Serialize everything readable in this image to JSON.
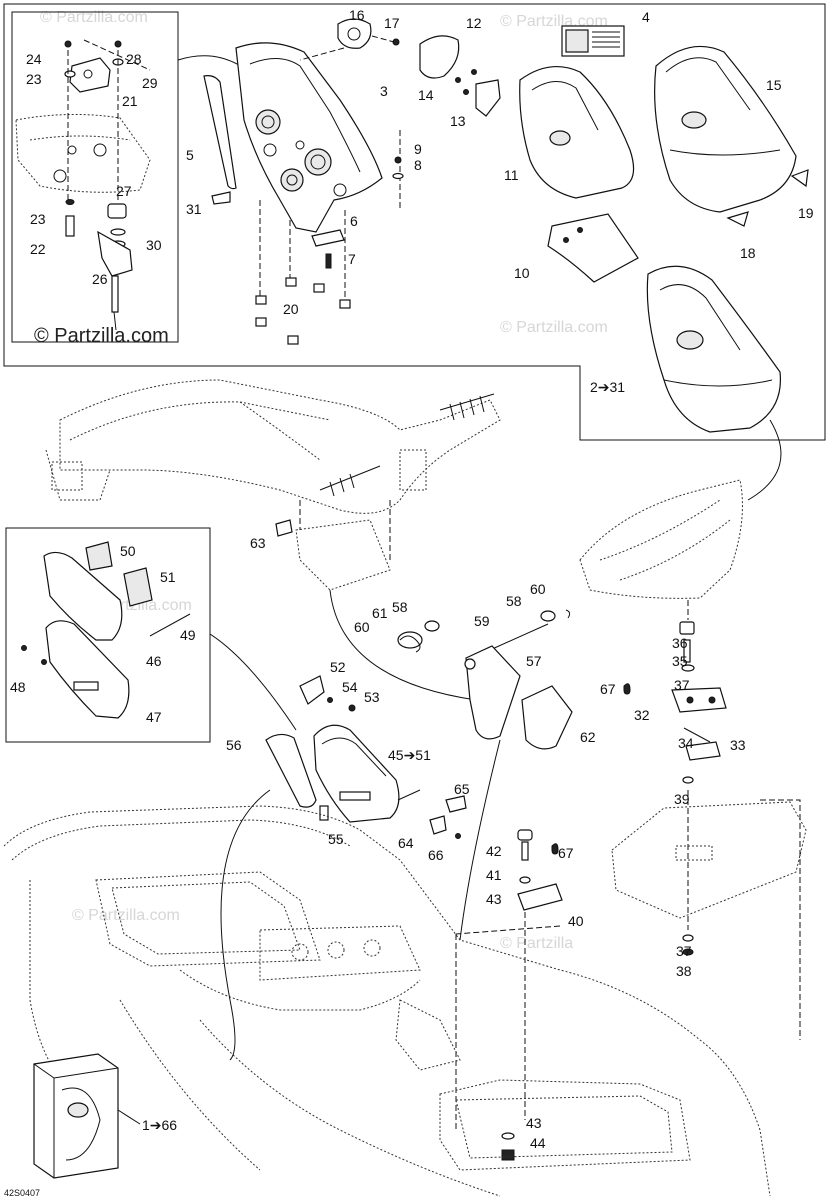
{
  "watermarks": {
    "brand": "© Partzilla.com",
    "brand_faint": "© Partzilla.com",
    "brand_short": "© Partzilla"
  },
  "diagram_code": "42S0407",
  "callouts": {
    "c1": "1➔66",
    "c2": "2➔31",
    "c3": "3",
    "c4": "4",
    "c5": "5",
    "c6": "6",
    "c7": "7",
    "c8": "8",
    "c9": "9",
    "c10": "10",
    "c11": "11",
    "c12": "12",
    "c13": "13",
    "c14": "14",
    "c15": "15",
    "c16": "16",
    "c17": "17",
    "c18": "18",
    "c19": "19",
    "c20": "20",
    "c21": "21",
    "c22": "22",
    "c23a": "23",
    "c23b": "23",
    "c24": "24",
    "c26": "26",
    "c27": "27",
    "c28": "28",
    "c29": "29",
    "c30": "30",
    "c31": "31",
    "c32": "32",
    "c33": "33",
    "c34": "34",
    "c35": "35",
    "c36": "36",
    "c37a": "37",
    "c37b": "37",
    "c38": "38",
    "c39": "39",
    "c40": "40",
    "c41": "41",
    "c42": "42",
    "c43a": "43",
    "c43b": "43",
    "c44": "44",
    "c45": "45➔51",
    "c46": "46",
    "c47": "47",
    "c48": "48",
    "c49": "49",
    "c50": "50",
    "c51": "51",
    "c52": "52",
    "c53": "53",
    "c54": "54",
    "c55": "55",
    "c56": "56",
    "c57": "57",
    "c58a": "58",
    "c58b": "58",
    "c59": "59",
    "c60a": "60",
    "c60b": "60",
    "c61": "61",
    "c62": "62",
    "c63": "63",
    "c64": "64",
    "c65": "65",
    "c66": "66",
    "c67a": "67",
    "c67b": "67"
  }
}
